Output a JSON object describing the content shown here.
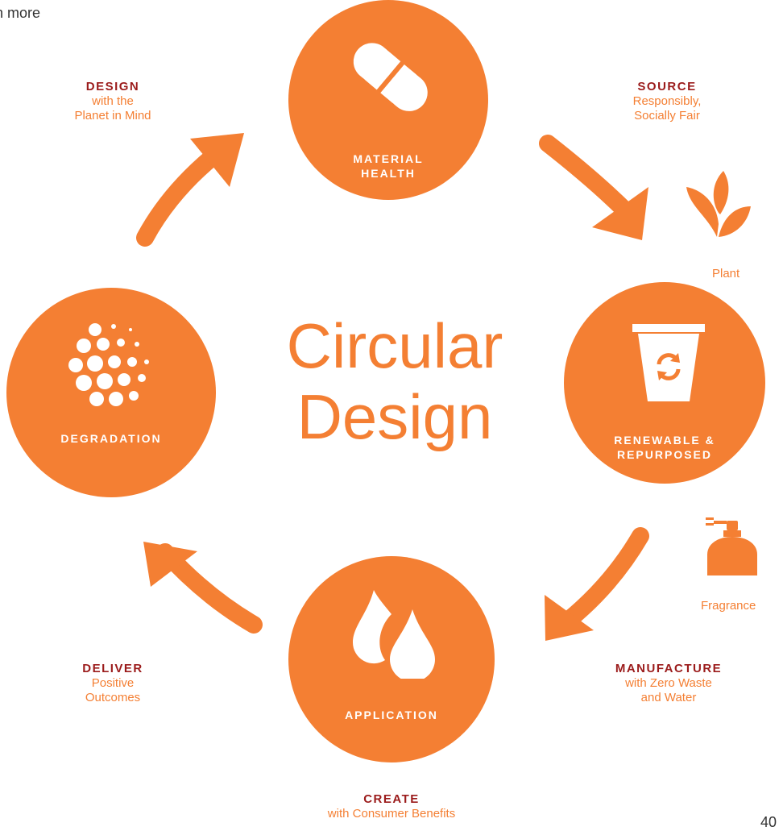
{
  "fragment_text": "n more",
  "page_number_fragment": "40",
  "center_title": {
    "line1": "Circular",
    "line2": "Design"
  },
  "nodes": {
    "material_health": {
      "line1": "MATERIAL",
      "line2": "HEALTH",
      "icon": "capsule-icon"
    },
    "renewable": {
      "line1": "RENEWABLE &",
      "line2": "REPURPOSED",
      "icon": "recycle-cup-icon"
    },
    "application": {
      "line1": "APPLICATION",
      "icon": "droplets-icon"
    },
    "degradation": {
      "line1": "DEGRADATION",
      "icon": "dots-cluster-icon"
    }
  },
  "steps": {
    "design": {
      "head": "DESIGN",
      "sub1": "with the",
      "sub2": "Planet in Mind"
    },
    "source": {
      "head": "SOURCE",
      "sub1": "Responsibly,",
      "sub2": "Socially Fair"
    },
    "manufacture": {
      "head": "MANUFACTURE",
      "sub1": "with Zero Waste",
      "sub2": "and Water"
    },
    "create": {
      "head": "CREATE",
      "sub1": "with Consumer Benefits"
    },
    "deliver": {
      "head": "DELIVER",
      "sub1": "Positive",
      "sub2": "Outcomes"
    }
  },
  "aux": {
    "plant": {
      "label": "Plant",
      "icon": "leaves-icon"
    },
    "fragrance": {
      "label": "Fragrance",
      "icon": "perfume-bottle-icon"
    }
  },
  "colors": {
    "orange": "#F47F33",
    "dark_red": "#9B1B1B"
  }
}
